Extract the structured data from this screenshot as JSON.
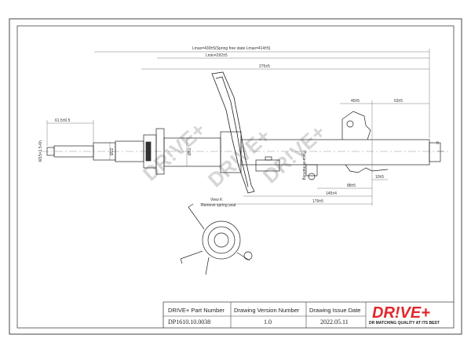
{
  "dimensions": {
    "lmax": "Lmax=439±5(Spring free state Lmax=414±5)",
    "lmin": "Lmin=292±5",
    "d275": "275±5",
    "d40": "40±5",
    "d63": "63±5",
    "dm15": "M15×1.5-6h",
    "d615": "61.5±0.5",
    "d22": "Ø22",
    "d51": "Ø51",
    "k": "K",
    "d10": "10±5",
    "d88": "88±5",
    "d145": "145±4",
    "d179": "179±5",
    "view_k": "View K",
    "remove_spring": "Remove spring seat",
    "place_marking": "Place of marking"
  },
  "watermark": {
    "text": "DR!VE+"
  },
  "title_block": {
    "part_number_label": "DRIVE+ Part Number",
    "part_number_value": "DP1610.10.0038",
    "version_label": "Drawing Version  Number",
    "version_value": "1.0",
    "issue_date_label": "Drawing Issue Date",
    "issue_date_value": "2022.05.11"
  },
  "logo": {
    "text": "DR!VE+",
    "tagline": "DR MATCHING QUALITY AT ITS BEST",
    "colors": {
      "red": "#e3262b",
      "dark": "#1a1a1a"
    }
  }
}
